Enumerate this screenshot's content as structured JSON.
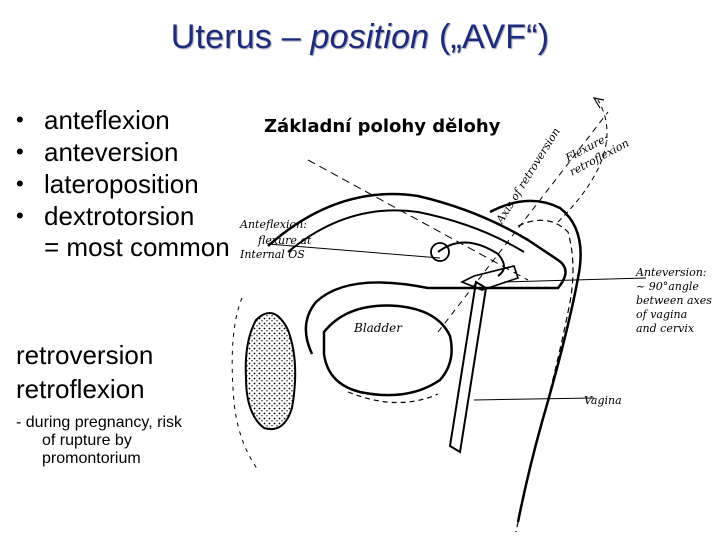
{
  "title": {
    "part1": "Uterus – ",
    "part2": "position",
    "part3": " („AVF“)"
  },
  "bullets": [
    {
      "text": "anteflexion"
    },
    {
      "text": "anteversion"
    },
    {
      "text": "lateroposition"
    },
    {
      "text": "dextrotorsion",
      "extra": "= most common"
    }
  ],
  "bullet_symbol": "•",
  "retro_lines": [
    "retroversion",
    "retroflexion"
  ],
  "note": {
    "line1": "- during pregnancy, risk",
    "line2": "of rupture by",
    "line3": "promontorium"
  },
  "diagram": {
    "heading": "Základní polohy dělohy",
    "axis_label": "Axis of retroversion",
    "flexure_label_1": "Flexure:",
    "flexure_label_2": "retroflexion",
    "anteflexion_1": "Anteflexion:",
    "anteflexion_2": "flexure at",
    "anteflexion_3": "Internal OS",
    "anteversion_1": "Anteversion:",
    "anteversion_2": "~ 90°angle",
    "anteversion_3": "between axes",
    "anteversion_4": "of vagina",
    "anteversion_5": "and cervix",
    "bladder": "Bladder",
    "vagina": "Vagina"
  },
  "colors": {
    "title": "#1f2a78",
    "text": "#000000",
    "background": "#ffffff"
  }
}
